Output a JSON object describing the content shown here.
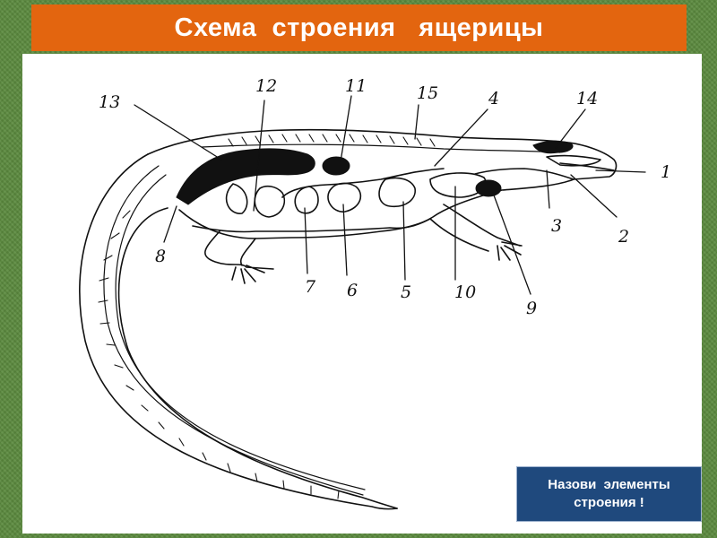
{
  "slide": {
    "title": "Схема  строения   ящерицы",
    "callout_line1": "Назови  элементы",
    "callout_line2": "строения !"
  },
  "diagram": {
    "labels": [
      "1",
      "2",
      "3",
      "4",
      "5",
      "6",
      "7",
      "8",
      "9",
      "10",
      "11",
      "12",
      "13",
      "14",
      "15"
    ]
  },
  "colors": {
    "background": "#5b8a3e",
    "banner": "#e3650f",
    "callout": "#1f497d",
    "ink": "#111111"
  }
}
